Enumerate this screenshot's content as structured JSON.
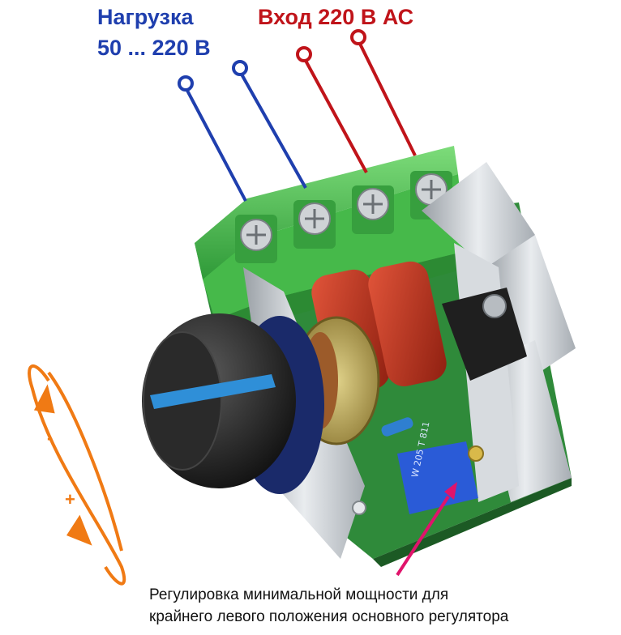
{
  "labels": {
    "load_line1": "Нагрузка",
    "load_line2": "50 ... 220 В",
    "input": "Вход 220 В АС",
    "caption_line1": "Регулировка минимальной мощности для",
    "caption_line2": "крайнего левого положения основного регулятора",
    "minus": "-",
    "plus": "+"
  },
  "colors": {
    "load_wire": "#1f3fae",
    "input_wire": "#c0141a",
    "rotation_arrow": "#f07a14",
    "pointer_arrow": "#e0136b",
    "terminal_block": "#41b649",
    "board": "#2e7d32",
    "heatsink": "#c9ccd0",
    "capacitor": "#c8331c",
    "knob": "#1e1e1e",
    "knob_marker": "#2f8fd8",
    "trimmer": "#2a5bd7"
  },
  "icons": {
    "rotation": "rotation-arrows-icon",
    "pointer": "pointer-arrow-icon"
  }
}
